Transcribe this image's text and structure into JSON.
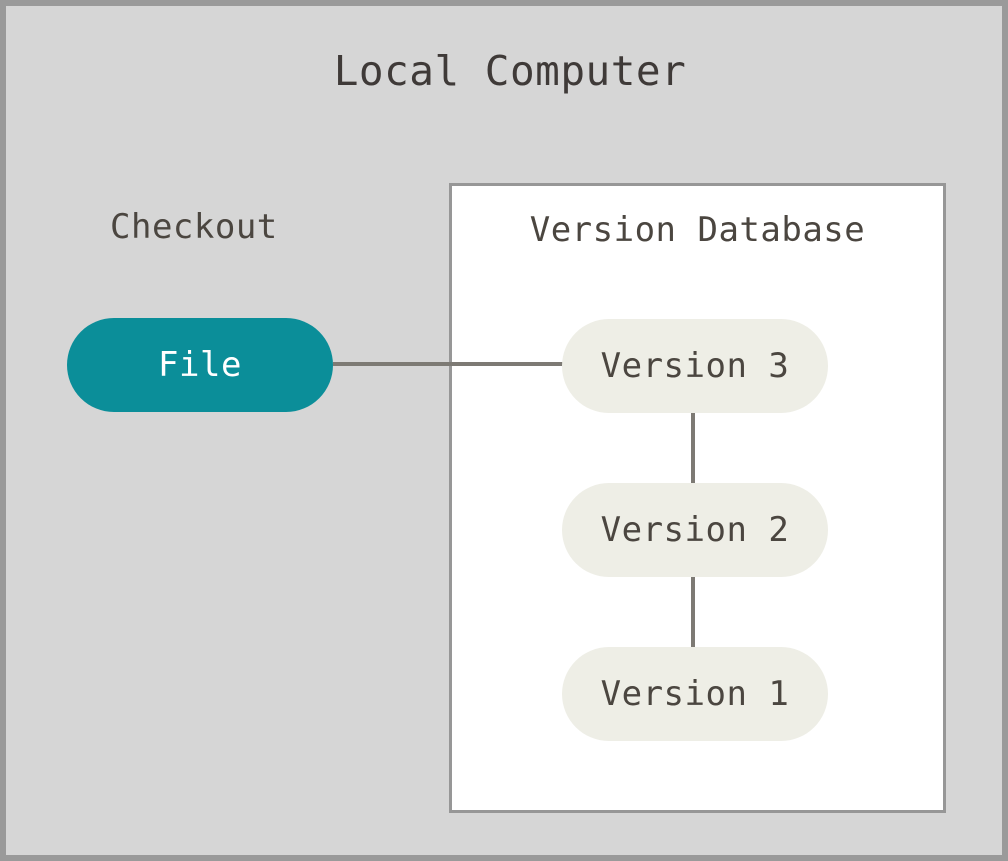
{
  "diagram": {
    "title": "Local Computer",
    "type": "version-control-local-workflow",
    "background_color": "#d6d6d6",
    "frame_border_color": "#9a9a9a"
  },
  "checkout": {
    "label": "Checkout",
    "node": {
      "label": "File",
      "fill_color": "#0b8e99",
      "text_color": "#ffffff"
    }
  },
  "database": {
    "title": "Version Database",
    "fill_color": "#ffffff",
    "border_color": "#979797",
    "versions": [
      {
        "label": "Version 3",
        "fill_color": "#eeeee6",
        "text_color": "#4b4640"
      },
      {
        "label": "Version 2",
        "fill_color": "#eeeee6",
        "text_color": "#4b4640"
      },
      {
        "label": "Version 1",
        "fill_color": "#eeeee6",
        "text_color": "#4b4640"
      }
    ]
  },
  "connectors": {
    "color": "#7d7a74",
    "edges": [
      {
        "from": "File",
        "to": "Version 3",
        "orientation": "horizontal"
      },
      {
        "from": "Version 3",
        "to": "Version 2",
        "orientation": "vertical"
      },
      {
        "from": "Version 2",
        "to": "Version 1",
        "orientation": "vertical"
      }
    ]
  }
}
